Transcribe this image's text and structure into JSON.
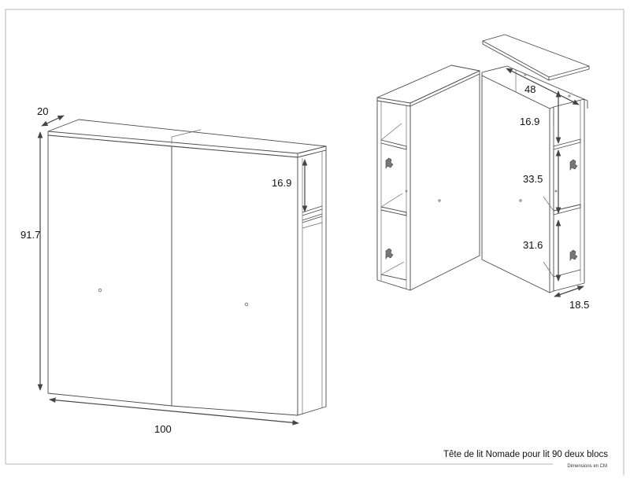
{
  "caption": {
    "title": "Tête de lit Nomade pour lit 90 deux blocs",
    "subtitle": "Dimensions en CM"
  },
  "front_view": {
    "dimensions": {
      "depth": "20",
      "height": "91.7",
      "width": "100",
      "niche_height": "16.9"
    }
  },
  "exploded_view": {
    "dimensions": {
      "length": "48",
      "top_compartment": "16.9",
      "middle_compartment": "33.5",
      "bottom_compartment": "31.6",
      "depth": "18.5"
    }
  },
  "colors": {
    "line": "#4a4a4a",
    "frame": "#b5b5b5",
    "background": "#ffffff"
  }
}
